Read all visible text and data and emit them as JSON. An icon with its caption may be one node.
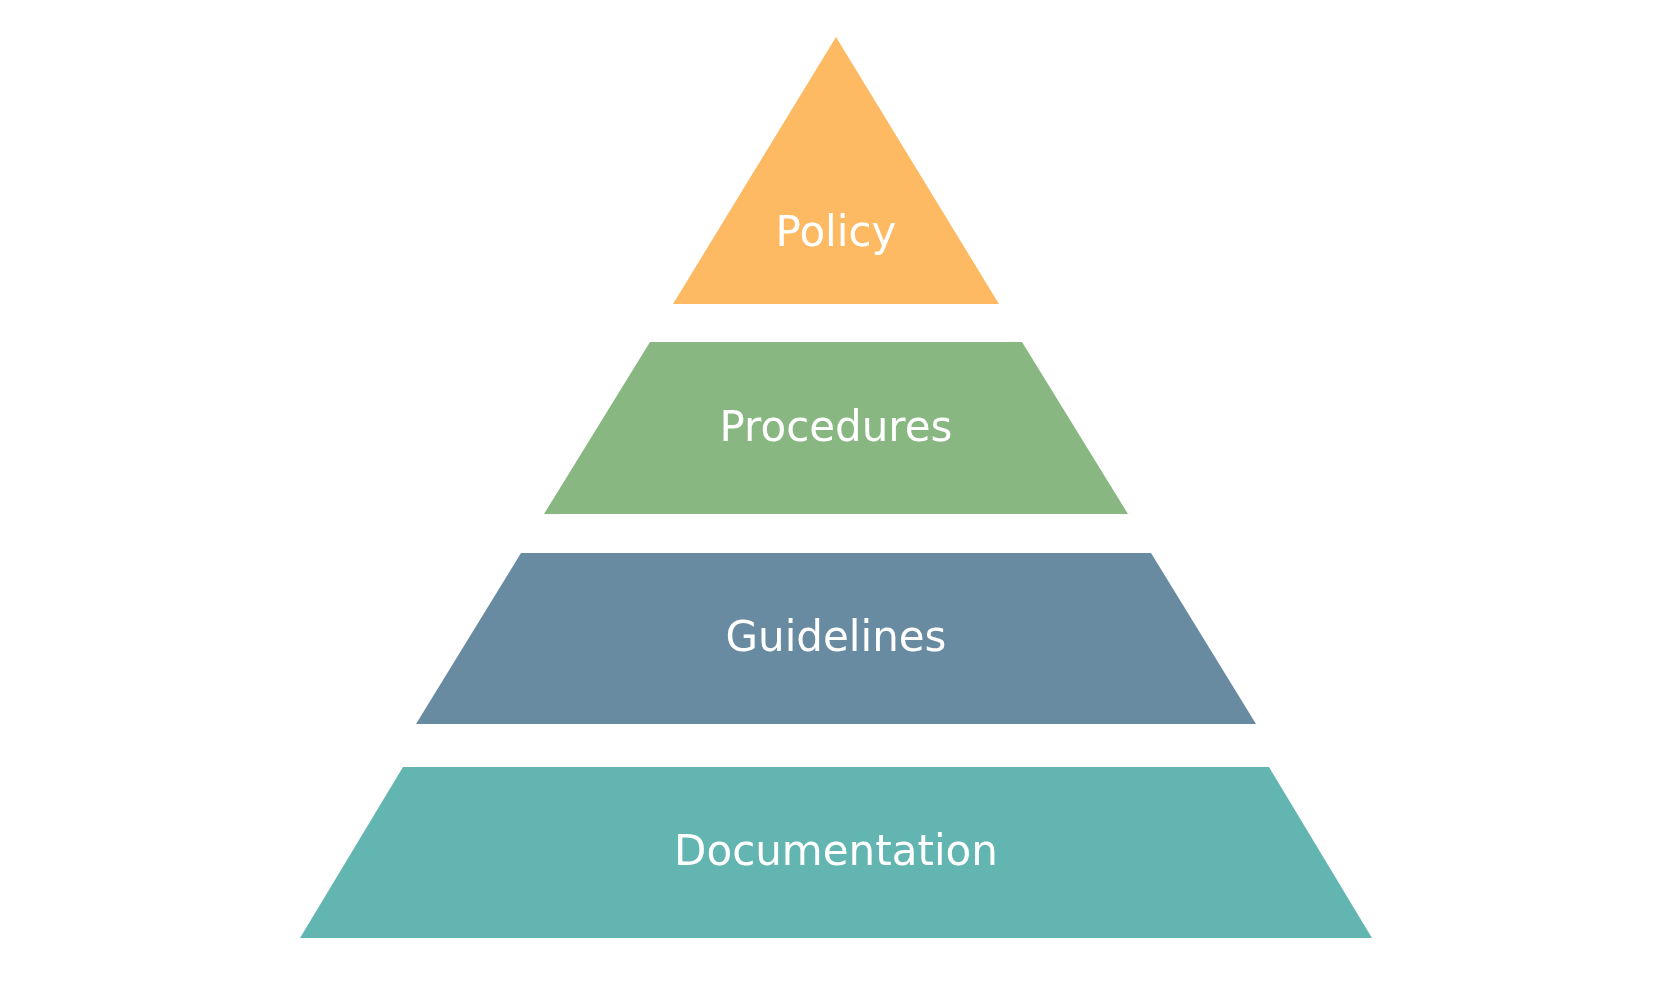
{
  "diagram": {
    "nodes": [
      {
        "text": [
          "Policy"
        ]
      },
      {
        "text": [
          "Procedures"
        ]
      },
      {
        "text": [
          "Guidelines"
        ]
      },
      {
        "text": [
          "Documentation"
        ]
      }
    ]
  }
}
